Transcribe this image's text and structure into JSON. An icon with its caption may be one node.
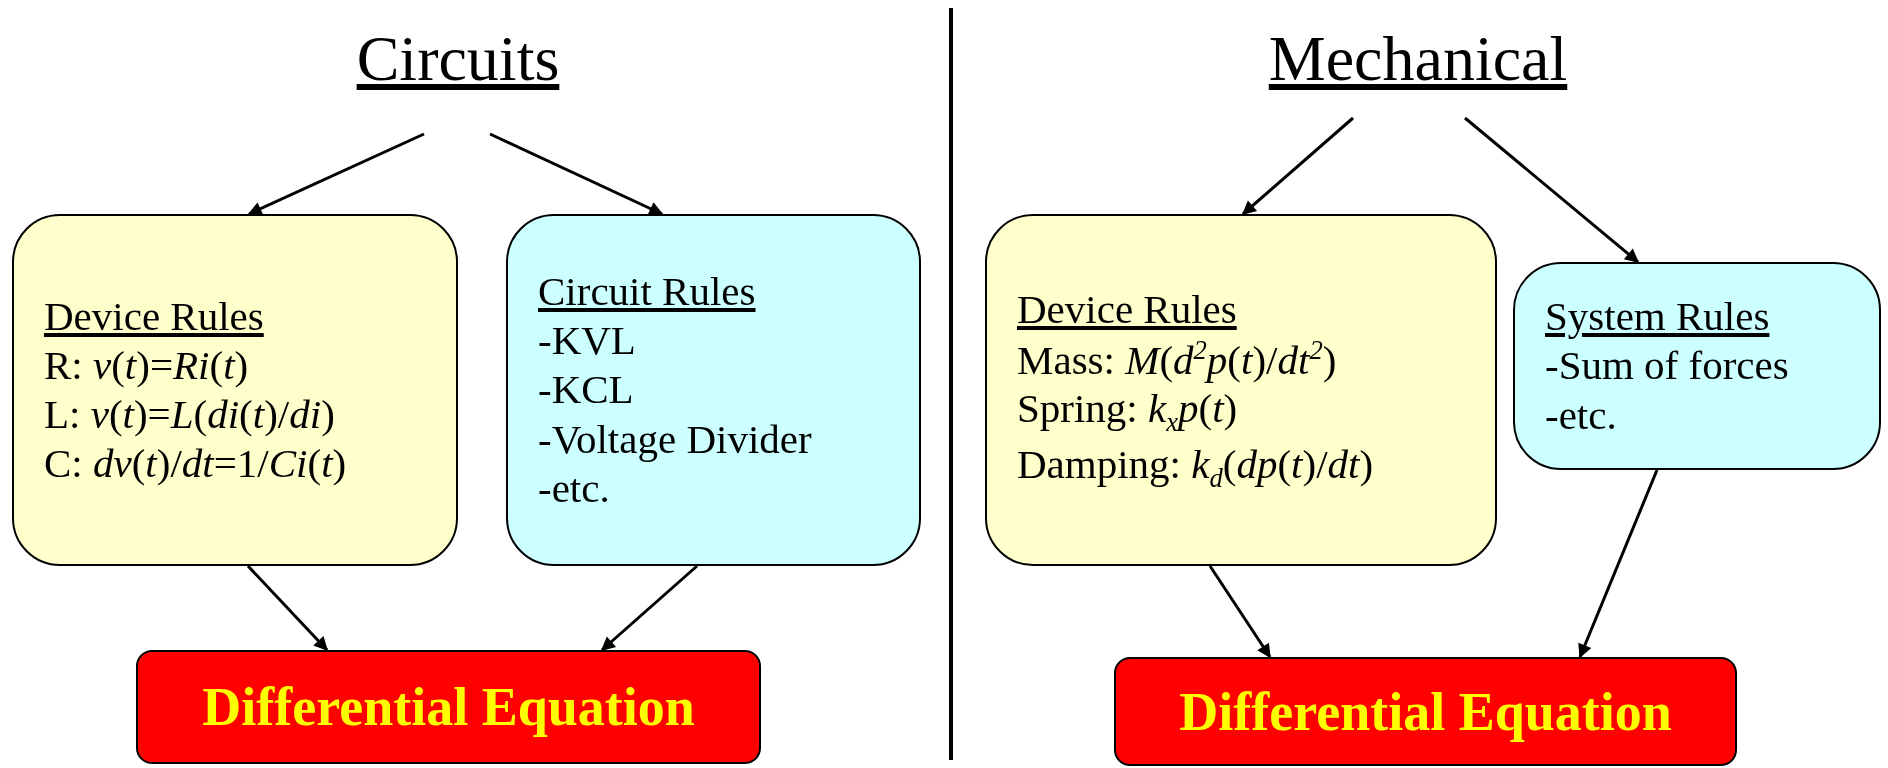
{
  "diagram": {
    "nodes": [
      {
        "text": [
          "Circuits"
        ]
      },
      {
        "text": [
          "Device Rules",
          "R: *v*(*t*)=*Ri*(*t*)",
          "L: *v*(*t*)=*L*(*di*(*t*)/*di*)",
          "C: *dv*(*t*)/*dt*=1/*Ci*(*t*)"
        ]
      },
      {
        "text": [
          "Circuit Rules",
          "-KVL",
          "-KCL",
          "-Voltage Divider",
          "-etc."
        ]
      },
      {
        "text": [
          "Differential Equation"
        ]
      },
      {
        "text": [
          "Mechanical"
        ]
      },
      {
        "text": [
          "Device Rules",
          "Mass: *M*(*d*$^{2}$*p*(*t*)/*dt*$^{2}$)",
          "Spring: *k*$_{x}$*p*(*t*)",
          "Damping: *k*$_{d}$(*dp*(*t*)/*dt*)"
        ]
      },
      {
        "text": [
          "System Rules",
          "-Sum of forces",
          "-etc."
        ]
      },
      {
        "text": [
          "Differential Equation"
        ]
      }
    ],
    "edges": [
      {
        "from": 0,
        "to": 1,
        "arrow": "to"
      },
      {
        "from": 0,
        "to": 2,
        "arrow": "to"
      },
      {
        "from": 1,
        "to": 3,
        "arrow": "to"
      },
      {
        "from": 2,
        "to": 3,
        "arrow": "to"
      },
      {
        "from": 4,
        "to": 5,
        "arrow": "to"
      },
      {
        "from": 4,
        "to": 6,
        "arrow": "to"
      },
      {
        "from": 5,
        "to": 7,
        "arrow": "to"
      },
      {
        "from": 6,
        "to": 7,
        "arrow": "to"
      }
    ]
  }
}
